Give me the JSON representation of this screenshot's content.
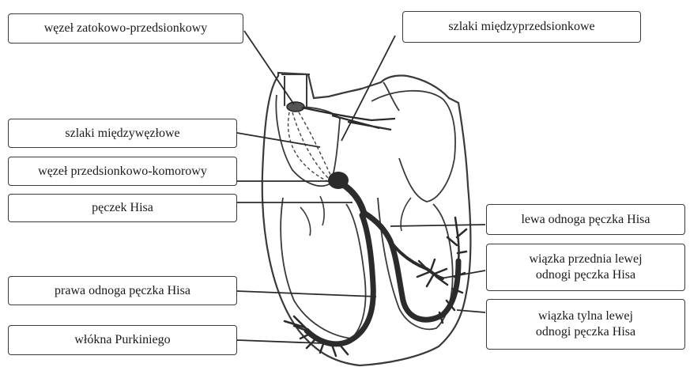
{
  "labels": {
    "sa_node": "węzeł zatokowo-przedsionkowy",
    "interatrial_pathways": "szlaki międzyprzedsionkowe",
    "internodal_pathways": "szlaki międzywęzłowe",
    "av_node": "węzeł przedsionkowo-komorowy",
    "bundle_of_his": "pęczek Hisa",
    "right_bundle_branch": "prawa odnoga pęczka Hisa",
    "purkinje_fibers": "włókna Purkiniego",
    "left_bundle_branch": "lewa odnoga pęczka Hisa",
    "left_anterior_fascicle_line1": "wiązka przednia lewej",
    "left_anterior_fascicle_line2": "odnogi pęczka Hisa",
    "left_posterior_fascicle_line1": "wiązka tylna lewej",
    "left_posterior_fascicle_line2": "odnogi pęczka Hisa"
  },
  "colors": {
    "outline": "#3a3a3a",
    "conduction": "#2b2b2b",
    "background": "#ffffff"
  }
}
